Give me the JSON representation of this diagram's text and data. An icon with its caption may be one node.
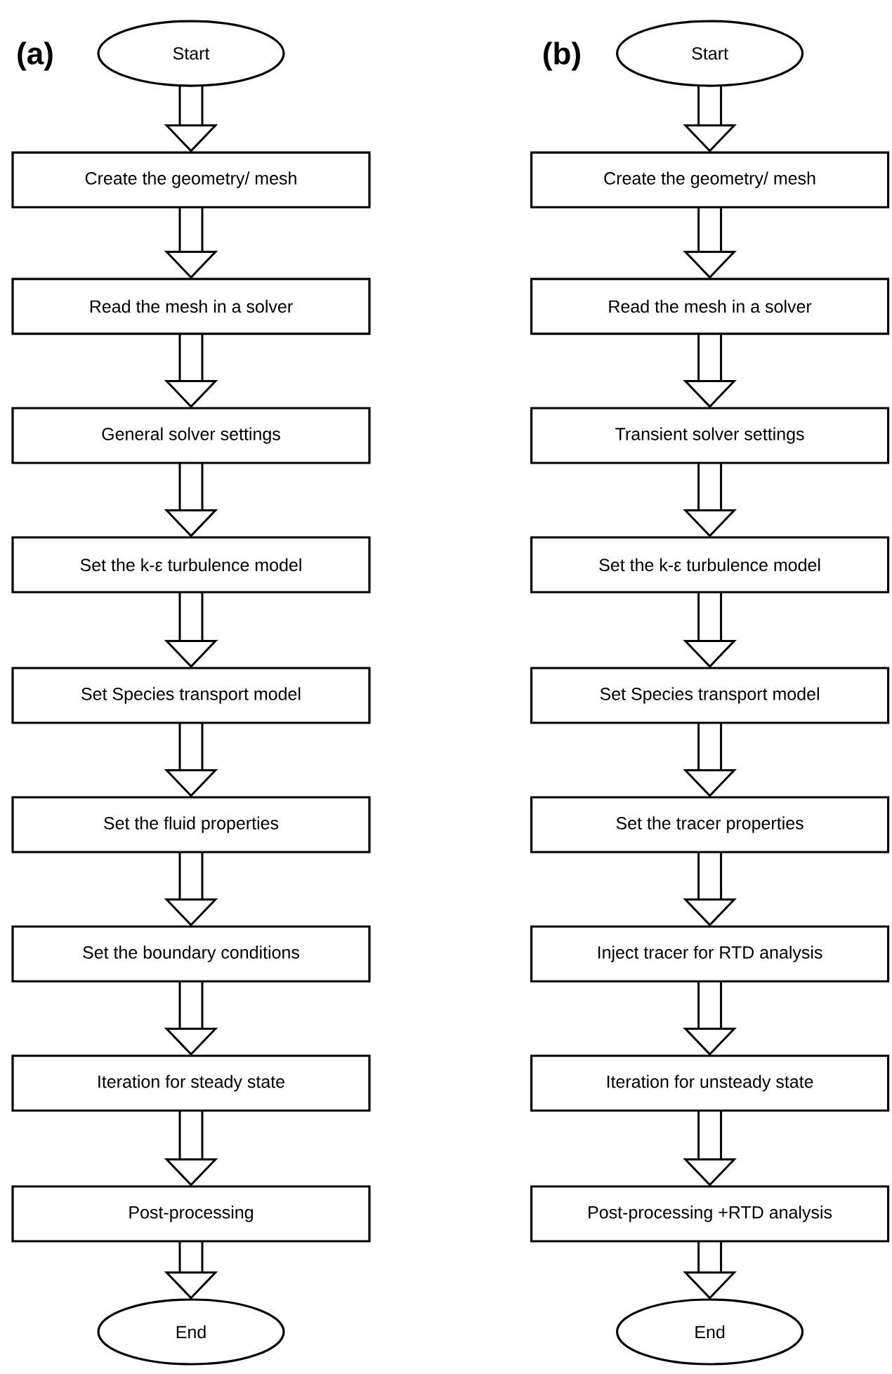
{
  "diagram": {
    "nodes": [
      {
        "text": [
          "Start"
        ]
      },
      {
        "text": [
          "Create the geometry/ mesh"
        ]
      },
      {
        "text": [
          "Read the mesh in a solver"
        ]
      },
      {
        "text": [
          "General solver settings"
        ]
      },
      {
        "text": [
          "Set the k-ε turbulence model"
        ]
      },
      {
        "text": [
          "Set Species transport model"
        ]
      },
      {
        "text": [
          "Set the fluid properties"
        ]
      },
      {
        "text": [
          "Set the boundary conditions"
        ]
      },
      {
        "text": [
          "Iteration for steady state"
        ]
      },
      {
        "text": [
          "Post-processing"
        ]
      },
      {
        "text": [
          "End"
        ]
      },
      {
        "text": [
          "Start"
        ]
      },
      {
        "text": [
          "Create the geometry/ mesh"
        ]
      },
      {
        "text": [
          "Read the mesh in a solver"
        ]
      },
      {
        "text": [
          "Transient solver settings"
        ]
      },
      {
        "text": [
          "Set the k-ε turbulence model"
        ]
      },
      {
        "text": [
          "Set Species transport model"
        ]
      },
      {
        "text": [
          "Set the tracer properties"
        ]
      },
      {
        "text": [
          "Inject tracer for RTD analysis"
        ]
      },
      {
        "text": [
          "Iteration for unsteady state"
        ]
      },
      {
        "text": [
          "Post-processing +RTD analysis"
        ]
      },
      {
        "text": [
          "End"
        ]
      }
    ],
    "edges": [
      {
        "from": 0,
        "to": 1,
        "arrow": "to"
      },
      {
        "from": 1,
        "to": 2,
        "arrow": "to"
      },
      {
        "from": 2,
        "to": 3,
        "arrow": "to"
      },
      {
        "from": 3,
        "to": 4,
        "arrow": "to"
      },
      {
        "from": 4,
        "to": 5,
        "arrow": "to"
      },
      {
        "from": 5,
        "to": 6,
        "arrow": "to"
      },
      {
        "from": 6,
        "to": 7,
        "arrow": "to"
      },
      {
        "from": 7,
        "to": 8,
        "arrow": "to"
      },
      {
        "from": 8,
        "to": 9,
        "arrow": "to"
      },
      {
        "from": 9,
        "to": 10,
        "arrow": "to"
      },
      {
        "from": 11,
        "to": 12,
        "arrow": "to"
      },
      {
        "from": 12,
        "to": 13,
        "arrow": "to"
      },
      {
        "from": 13,
        "to": 14,
        "arrow": "to"
      },
      {
        "from": 14,
        "to": 15,
        "arrow": "to"
      },
      {
        "from": 15,
        "to": 16,
        "arrow": "to"
      },
      {
        "from": 16,
        "to": 17,
        "arrow": "to"
      },
      {
        "from": 17,
        "to": 18,
        "arrow": "to"
      },
      {
        "from": 18,
        "to": 19,
        "arrow": "to"
      },
      {
        "from": 19,
        "to": 20,
        "arrow": "to"
      },
      {
        "from": 20,
        "to": 21,
        "arrow": "to"
      }
    ],
    "labels": [
      "(a)",
      "(b)"
    ]
  }
}
